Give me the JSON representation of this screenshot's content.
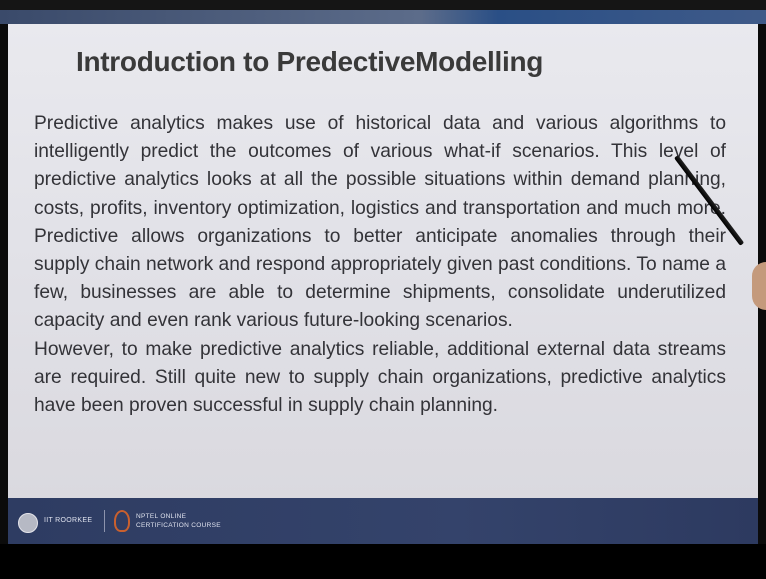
{
  "slide": {
    "title": "Introduction to PredectiveModelling",
    "paragraph1": "Predictive analytics makes use of historical data and various algorithms to intelligently predict the outcomes of various what-if scenarios.  This level of predictive analytics looks at all the possible situations within demand planning, costs, profits, inventory optimization, logistics and transportation and much more. Predictive allows organizations to better anticipate anomalies through their supply chain network and respond appropriately given past conditions. To name a few, businesses are able to determine shipments, consolidate underutilized capacity and even rank various future-looking scenarios.",
    "paragraph2": "However, to make predictive analytics reliable, additional external data streams are required. Still quite new to supply chain organizations, predictive analytics have been proven successful in supply chain planning."
  },
  "footer": {
    "iit_label": "IIT ROORKEE",
    "nptel_line1": "NPTEL ONLINE",
    "nptel_line2": "CERTIFICATION COURSE"
  },
  "colors": {
    "slide_background": "#e6e6eb",
    "title_text": "#3a3a3a",
    "body_text": "#333338",
    "footer_background": "#2e3c62",
    "accent_band": "#2a4f86",
    "nptel_logo": "#c9602e"
  },
  "icons": [
    "iit-roorkee-logo-icon",
    "nptel-logo-icon",
    "presenter-pointer",
    "presenter-hand"
  ]
}
